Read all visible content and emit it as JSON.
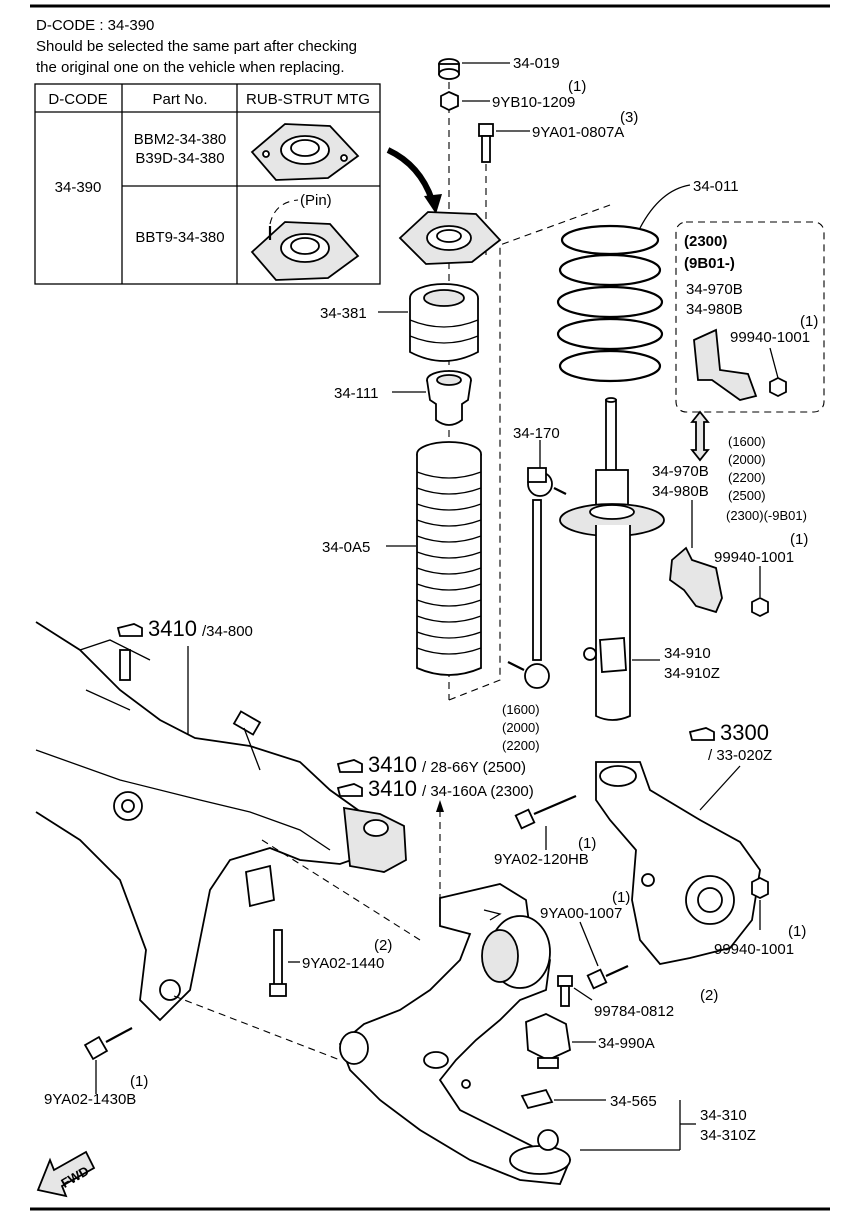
{
  "header": {
    "dcode_line": "D-CODE : 34-390",
    "note_line1": "Should be selected the same part after checking",
    "note_line2": "the original one on the vehicle when replacing."
  },
  "table": {
    "headers": [
      "D-CODE",
      "Part No.",
      "RUB-STRUT MTG"
    ],
    "dcode": "34-390",
    "row1_parts": [
      "BBM2-34-380",
      "B39D-34-380"
    ],
    "row2_parts": [
      "BBT9-34-380"
    ],
    "pin_label": "(Pin)"
  },
  "inset": {
    "title1": "(2300)",
    "title2": "(9B01-)",
    "part1": "34-970B",
    "part2": "34-980B",
    "qty": "(1)",
    "bolt": "99940-1001"
  },
  "labels": {
    "l34019": "34-019",
    "q9yb10": "(1)",
    "l9yb10": "9YB10-1209",
    "q9ya01": "(3)",
    "l9ya01": "9YA01-0807A",
    "l34011": "34-011",
    "l34381": "34-381",
    "l34111": "34-111",
    "l34170": "34-170",
    "l34970b": "34-970B",
    "l34980b": "34-980B",
    "codes": [
      "(1600)",
      "(2000)",
      "(2200)",
      "(2500)",
      "(2300)(-9B01)"
    ],
    "l340a5": "34-0A5",
    "q99940a": "(1)",
    "l99940a": "99940-1001",
    "ref3410a_num": "3410",
    "ref3410a_part": "/34-800",
    "l34910": "34-910",
    "l34910z": "34-910Z",
    "link_codes": [
      "(1600)",
      "(2000)",
      "(2200)"
    ],
    "ref3300_num": "3300",
    "ref3300_part": "/ 33-020Z",
    "ref3410b_num": "3410",
    "ref3410b_part": "/ 28-66Y (2500)",
    "ref3410c_num": "3410",
    "ref3410c_part": "/ 34-160A (2300)",
    "q9ya02_120": "(1)",
    "l9ya02_120": "9YA02-120HB",
    "q9ya00": "(1)",
    "l9ya00": "9YA00-1007",
    "q99940b": "(1)",
    "l99940b": "99940-1001",
    "q9ya02_1440": "(2)",
    "l9ya02_1440": "9YA02-1440",
    "q99784": "(2)",
    "l99784": "99784-0812",
    "l34990a": "34-990A",
    "q9ya02_1430": "(1)",
    "l9ya02_1430": "9YA02-1430B",
    "l34565": "34-565",
    "l34310": "34-310",
    "l34310z": "34-310Z",
    "fwd": "FWD"
  },
  "icons": [
    "pointing-hand-icon",
    "fwd-arrow-icon"
  ]
}
